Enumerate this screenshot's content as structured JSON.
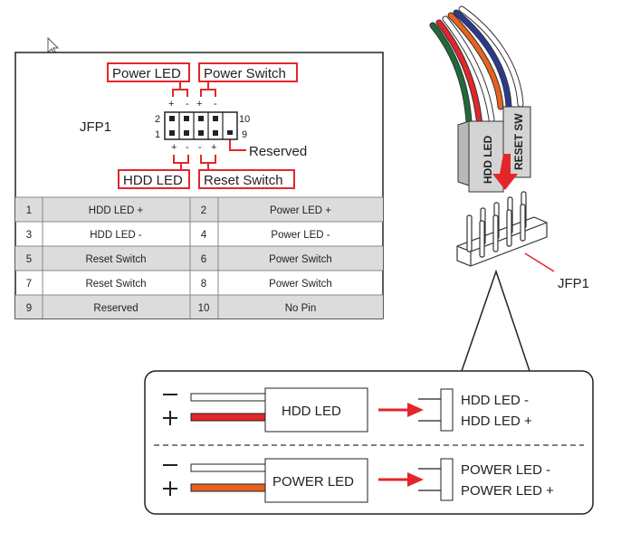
{
  "header": {
    "name": "JFP1"
  },
  "callouts": {
    "power_led": "Power LED",
    "power_switch": "Power Switch",
    "hdd_led": "HDD LED",
    "reset_switch": "Reset Switch",
    "reserved": "Reserved"
  },
  "pin_numbers": {
    "top_left": "2",
    "bottom_left": "1",
    "top_right": "10",
    "bottom_right": "9"
  },
  "polarity": {
    "plus": "+",
    "minus": "-"
  },
  "table": {
    "rows": [
      {
        "pin_a": "1",
        "label_a": "HDD LED +",
        "pin_b": "2",
        "label_b": "Power LED +"
      },
      {
        "pin_a": "3",
        "label_a": "HDD LED -",
        "pin_b": "4",
        "label_b": "Power LED -"
      },
      {
        "pin_a": "5",
        "label_a": "Reset Switch",
        "pin_b": "6",
        "label_b": "Power Switch"
      },
      {
        "pin_a": "7",
        "label_a": "Reset Switch",
        "pin_b": "8",
        "label_b": "Power Switch"
      },
      {
        "pin_a": "9",
        "label_a": "Reserved",
        "pin_b": "10",
        "label_b": "No Pin"
      }
    ]
  },
  "connector": {
    "hdd_label": "HDD LED",
    "reset_label": "RESET SW",
    "header_label": "JFP1"
  },
  "detail": {
    "hdd": {
      "plug": "HDD LED",
      "minus_label": "HDD LED -",
      "plus_label": "HDD LED +"
    },
    "power": {
      "plug": "POWER LED",
      "minus_label": "POWER LED -",
      "plus_label": "POWER LED +"
    }
  },
  "colors": {
    "accent_red": "#e3262b",
    "row_gray": "#dcdcdc",
    "wire_orange": "#e8621e",
    "wire_blue": "#2b3a8f",
    "wire_green": "#1f6b3a"
  }
}
